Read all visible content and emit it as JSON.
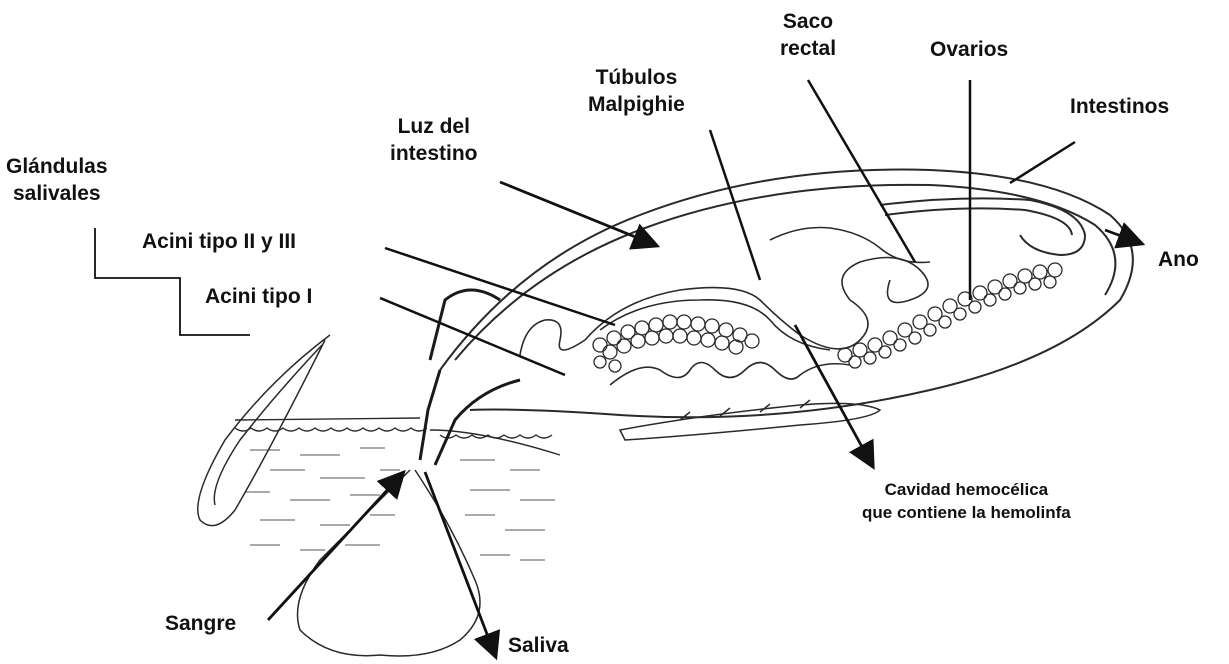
{
  "labels": {
    "saco_rectal": [
      "Saco",
      "rectal"
    ],
    "ovarios": "Ovarios",
    "tubulos": [
      "Túbulos",
      "Malpighie"
    ],
    "intestinos": "Intestinos",
    "luz_intestino": [
      "Luz del",
      "intestino"
    ],
    "glandulas": [
      "Glándulas",
      "salivales"
    ],
    "acini_2_3": "Acini tipo II y III",
    "acini_1": "Acini tipo I",
    "ano": "Ano",
    "cavidad": [
      "Cavidad hemocélica",
      "que contiene la hemolinfa"
    ],
    "sangre": "Sangre",
    "saliva": "Saliva"
  },
  "colors": {
    "ink": "#111111",
    "line": "#2a2a2a",
    "background": "#ffffff"
  }
}
